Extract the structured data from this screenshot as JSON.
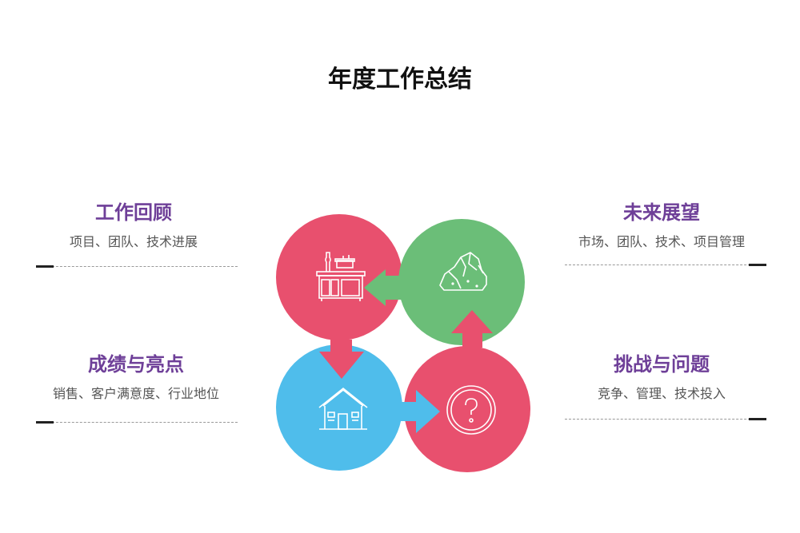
{
  "title": "年度工作总结",
  "colors": {
    "red": "#E8506E",
    "green": "#6BBE78",
    "blue": "#4FBDEB",
    "accent": "#6E3F98"
  },
  "sections": [
    {
      "heading": "工作回顾",
      "text": "项目、团队、技术进展"
    },
    {
      "heading": "成绩与亮点",
      "text": "销售、客户满意度、行业地位"
    },
    {
      "heading": "未来展望",
      "text": "市场、团队、技术、项目管理"
    },
    {
      "heading": "挑战与问题",
      "text": "竞争、管理、技术投入"
    }
  ],
  "icons": [
    "kitchen-icon",
    "rocks-icon",
    "house-icon",
    "question-icon"
  ]
}
